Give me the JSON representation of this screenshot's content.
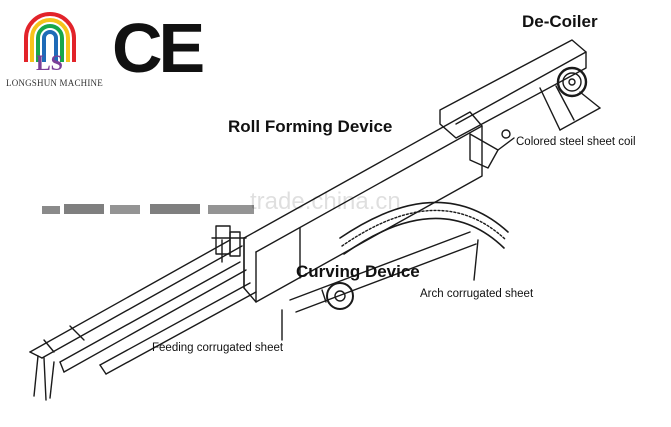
{
  "brand": {
    "logo_letters": "LS",
    "name": "LONGSHUN MACHINE",
    "certification_mark": "CE"
  },
  "labels": {
    "decoiler": "De-Coiler",
    "roll_forming": "Roll Forming Device",
    "coil": "Colored steel sheet coil",
    "curving": "Curving Device",
    "arch_sheet": "Arch corrugated sheet",
    "feeding_sheet": "Feeding corrugated sheet"
  },
  "watermark": "trade.china.cn",
  "colors": {
    "line": "#1a1a1a",
    "logo_red": "#e2232a",
    "logo_yellow": "#f6c31b",
    "logo_green": "#18a64a",
    "logo_blue": "#1e6bb8",
    "logo_purple": "#7a3f98"
  }
}
